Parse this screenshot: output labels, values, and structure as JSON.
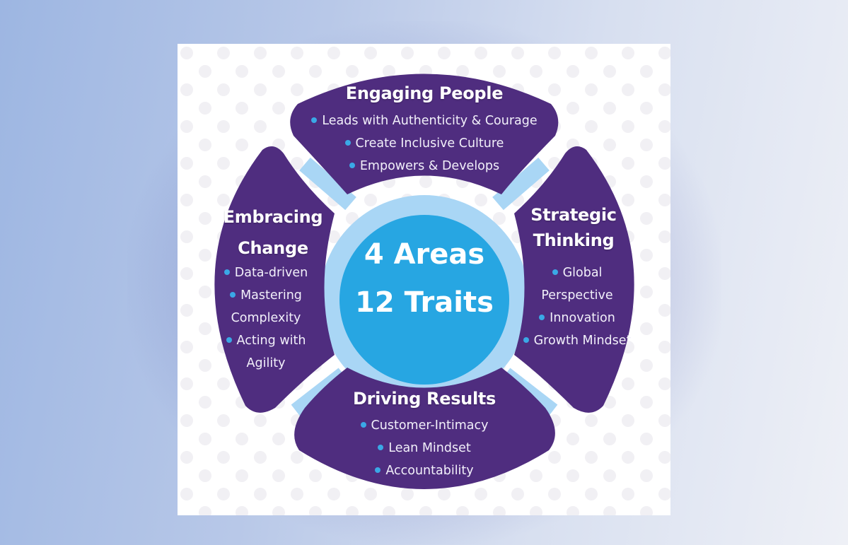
{
  "center": {
    "line1": "4 Areas",
    "line2": "12 Traits"
  },
  "areas": {
    "top": {
      "title": "Engaging People",
      "traits": [
        "Leads with Authenticity & Courage",
        "Create Inclusive Culture",
        "Empowers & Develops"
      ]
    },
    "right": {
      "title_line1": "Strategic",
      "title_line2": "Thinking",
      "traits": [
        "Global",
        "Perspective",
        "Innovation",
        "Growth Mindset"
      ]
    },
    "bottom": {
      "title": "Driving Results",
      "traits": [
        "Customer-Intimacy",
        "Lean Mindset",
        "Accountability"
      ]
    },
    "left": {
      "title_line1": "Embracing",
      "title_line2": "Change",
      "traits": [
        "Data-driven",
        "Mastering",
        "Complexity",
        "Acting with",
        "Agility"
      ]
    }
  },
  "colors": {
    "petal": "#4f2d7f",
    "ring": "#a9d6f5",
    "center": "#27a6e2",
    "bullet": "#3aa8e6"
  }
}
